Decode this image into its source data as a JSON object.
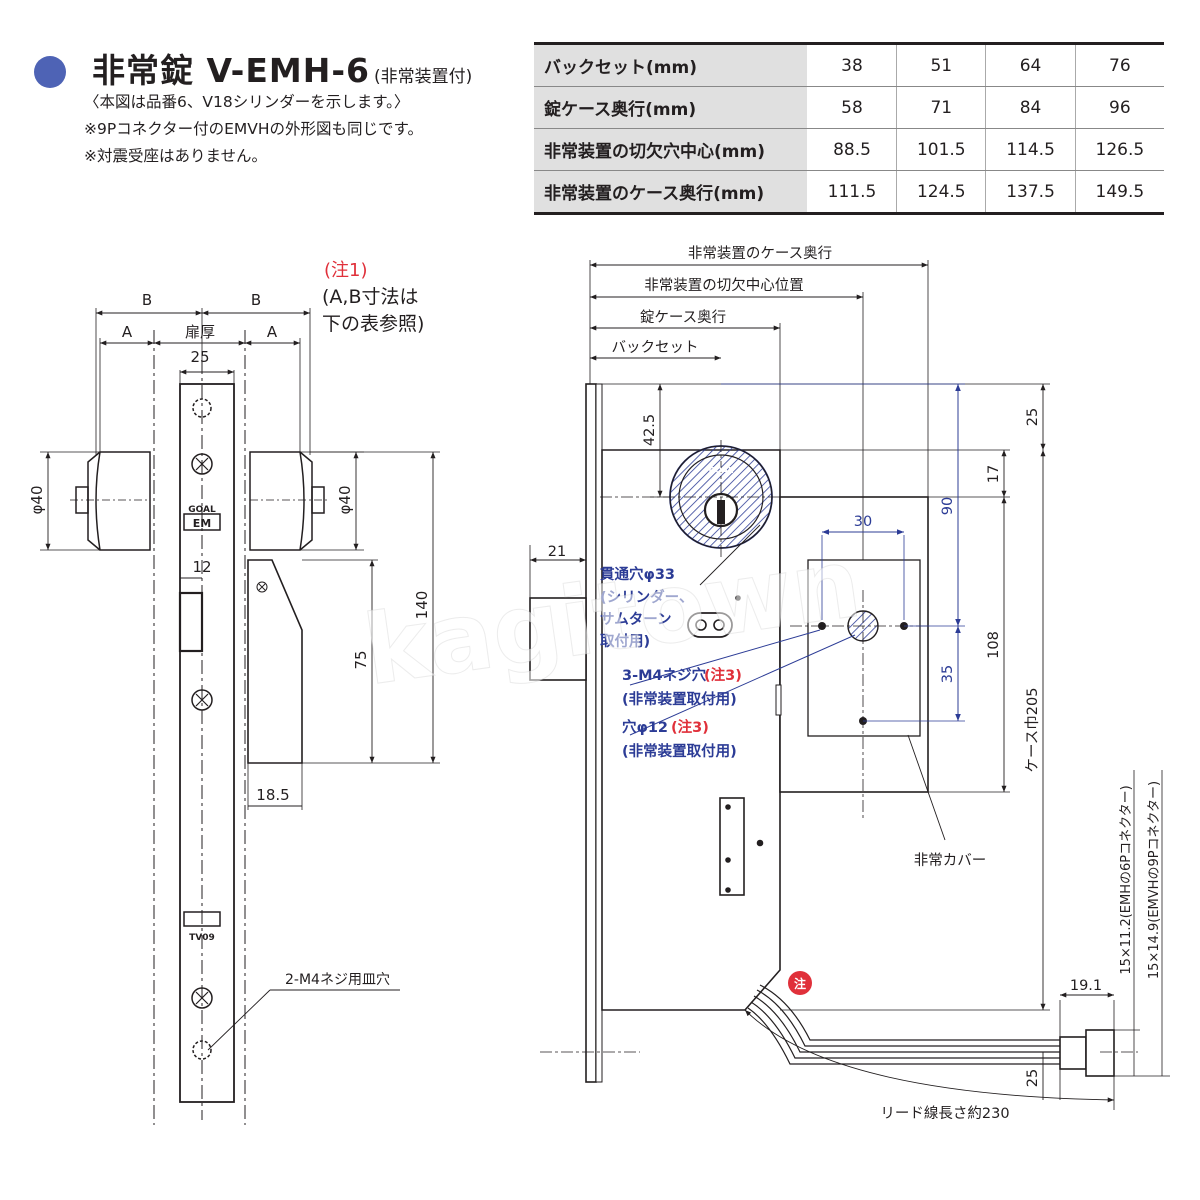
{
  "header": {
    "title_main": "非常錠 V-EMH-6",
    "title_sub": "(非常装置付)",
    "notes": [
      "〈本図は品番6、V18シリンダーを示します。〉",
      "※9Pコネクター付のEMVHの外形図も同じです。",
      "※対震受座はありません。"
    ]
  },
  "spec_table": {
    "rows": [
      {
        "label": "バックセット(mm)",
        "values": [
          "38",
          "51",
          "64",
          "76"
        ]
      },
      {
        "label": "錠ケース奥行(mm)",
        "values": [
          "58",
          "71",
          "84",
          "96"
        ]
      },
      {
        "label": "非常装置の切欠穴中心(mm)",
        "values": [
          "88.5",
          "101.5",
          "114.5",
          "126.5"
        ]
      },
      {
        "label": "非常装置のケース奥行(mm)",
        "values": [
          "111.5",
          "124.5",
          "137.5",
          "149.5"
        ]
      }
    ]
  },
  "front_view": {
    "dim_B_left": "B",
    "dim_B_right": "B",
    "dim_A_left": "A",
    "dim_A_right": "A",
    "dim_door_thickness": "扉厚",
    "dim_25": "25",
    "dim_12": "12",
    "dim_phi40_left": "φ40",
    "dim_phi40_right": "φ40",
    "dim_140": "140",
    "dim_75": "75",
    "dim_18_5": "18.5",
    "note1_title": "(注1)",
    "note1_line1": "(A,B寸法は",
    "note1_line2": "下の表参照)",
    "goal_mark": "GOAL",
    "em_mark": "EM",
    "tv_mark": "TV09",
    "screw_label": "2-M4ネジ用皿穴"
  },
  "side_view": {
    "dim_case_depth": "非常装置のケース奥行",
    "dim_cutout_center": "非常装置の切欠中心位置",
    "dim_lock_case_depth": "錠ケース奥行",
    "dim_backset": "バックセット",
    "dim_42_5": "42.5",
    "dim_25_top": "25",
    "dim_17": "17",
    "dim_90": "90",
    "dim_30": "30",
    "dim_21": "21",
    "dim_108": "108",
    "dim_35": "35",
    "dim_case_width": "ケース巾205",
    "dim_19_1": "19.1",
    "dim_25_bottom": "25",
    "lead_length": "リード線長さ約230",
    "cyl_goal": "GOAL",
    "hole_label": "貫通穴φ33",
    "hole_sub1": "(シリンダー、",
    "hole_sub2": "サムターン",
    "hole_sub3": "取付用)",
    "m4_label": "3-M4ネジ穴",
    "m4_note": "(注3)",
    "m4_sub": "(非常装置取付用)",
    "phi12_label": "穴φ12",
    "phi12_note": "(注3)",
    "phi12_sub": "(非常装置取付用)",
    "cover_label": "非常カバー",
    "caution_mark": "注",
    "connector1": "15×11.2(EMHの6Pコネクター)",
    "connector2": "15×14.9(EMVHの9Pコネクター)"
  },
  "watermark": "kagitown",
  "colors": {
    "accent_blue": "#4e63b5",
    "note_red": "#e0303a",
    "dim_blue": "#2c3c96"
  }
}
